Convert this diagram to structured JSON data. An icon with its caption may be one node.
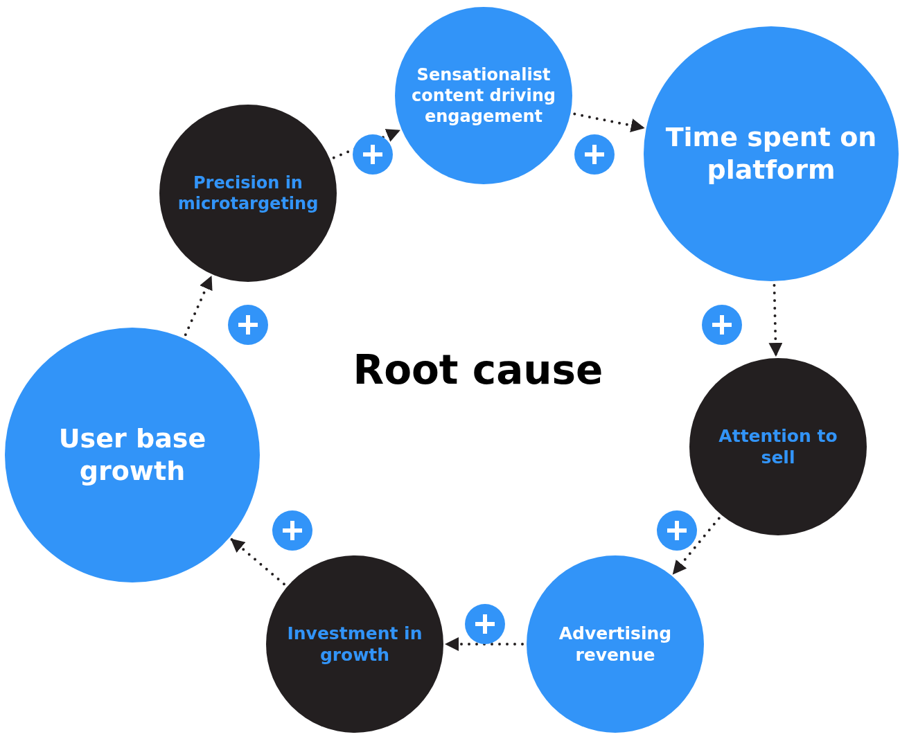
{
  "diagram": {
    "title": "Root cause",
    "nodes": [
      {
        "text": [
          "Sensationalist content driving engagement"
        ]
      },
      {
        "text": [
          "Time spent on platform"
        ]
      },
      {
        "text": [
          "Attention to sell"
        ]
      },
      {
        "text": [
          "Advertising revenue"
        ]
      },
      {
        "text": [
          "Investment in growth"
        ]
      },
      {
        "text": [
          "User base growth"
        ]
      },
      {
        "text": [
          "Precision in microtargeting"
        ]
      }
    ],
    "edges": [
      {
        "from": 6,
        "to": 0,
        "arrow": "to",
        "style": "dashed"
      },
      {
        "from": 0,
        "to": 1,
        "arrow": "to",
        "style": "dashed"
      },
      {
        "from": 1,
        "to": 2,
        "arrow": "to",
        "style": "dashed"
      },
      {
        "from": 2,
        "to": 3,
        "arrow": "to",
        "style": "dashed"
      },
      {
        "from": 3,
        "to": 4,
        "arrow": "to",
        "style": "dashed"
      },
      {
        "from": 4,
        "to": 5,
        "arrow": "to",
        "style": "dashed"
      },
      {
        "from": 5,
        "to": 6,
        "arrow": "to",
        "style": "dashed"
      }
    ]
  }
}
